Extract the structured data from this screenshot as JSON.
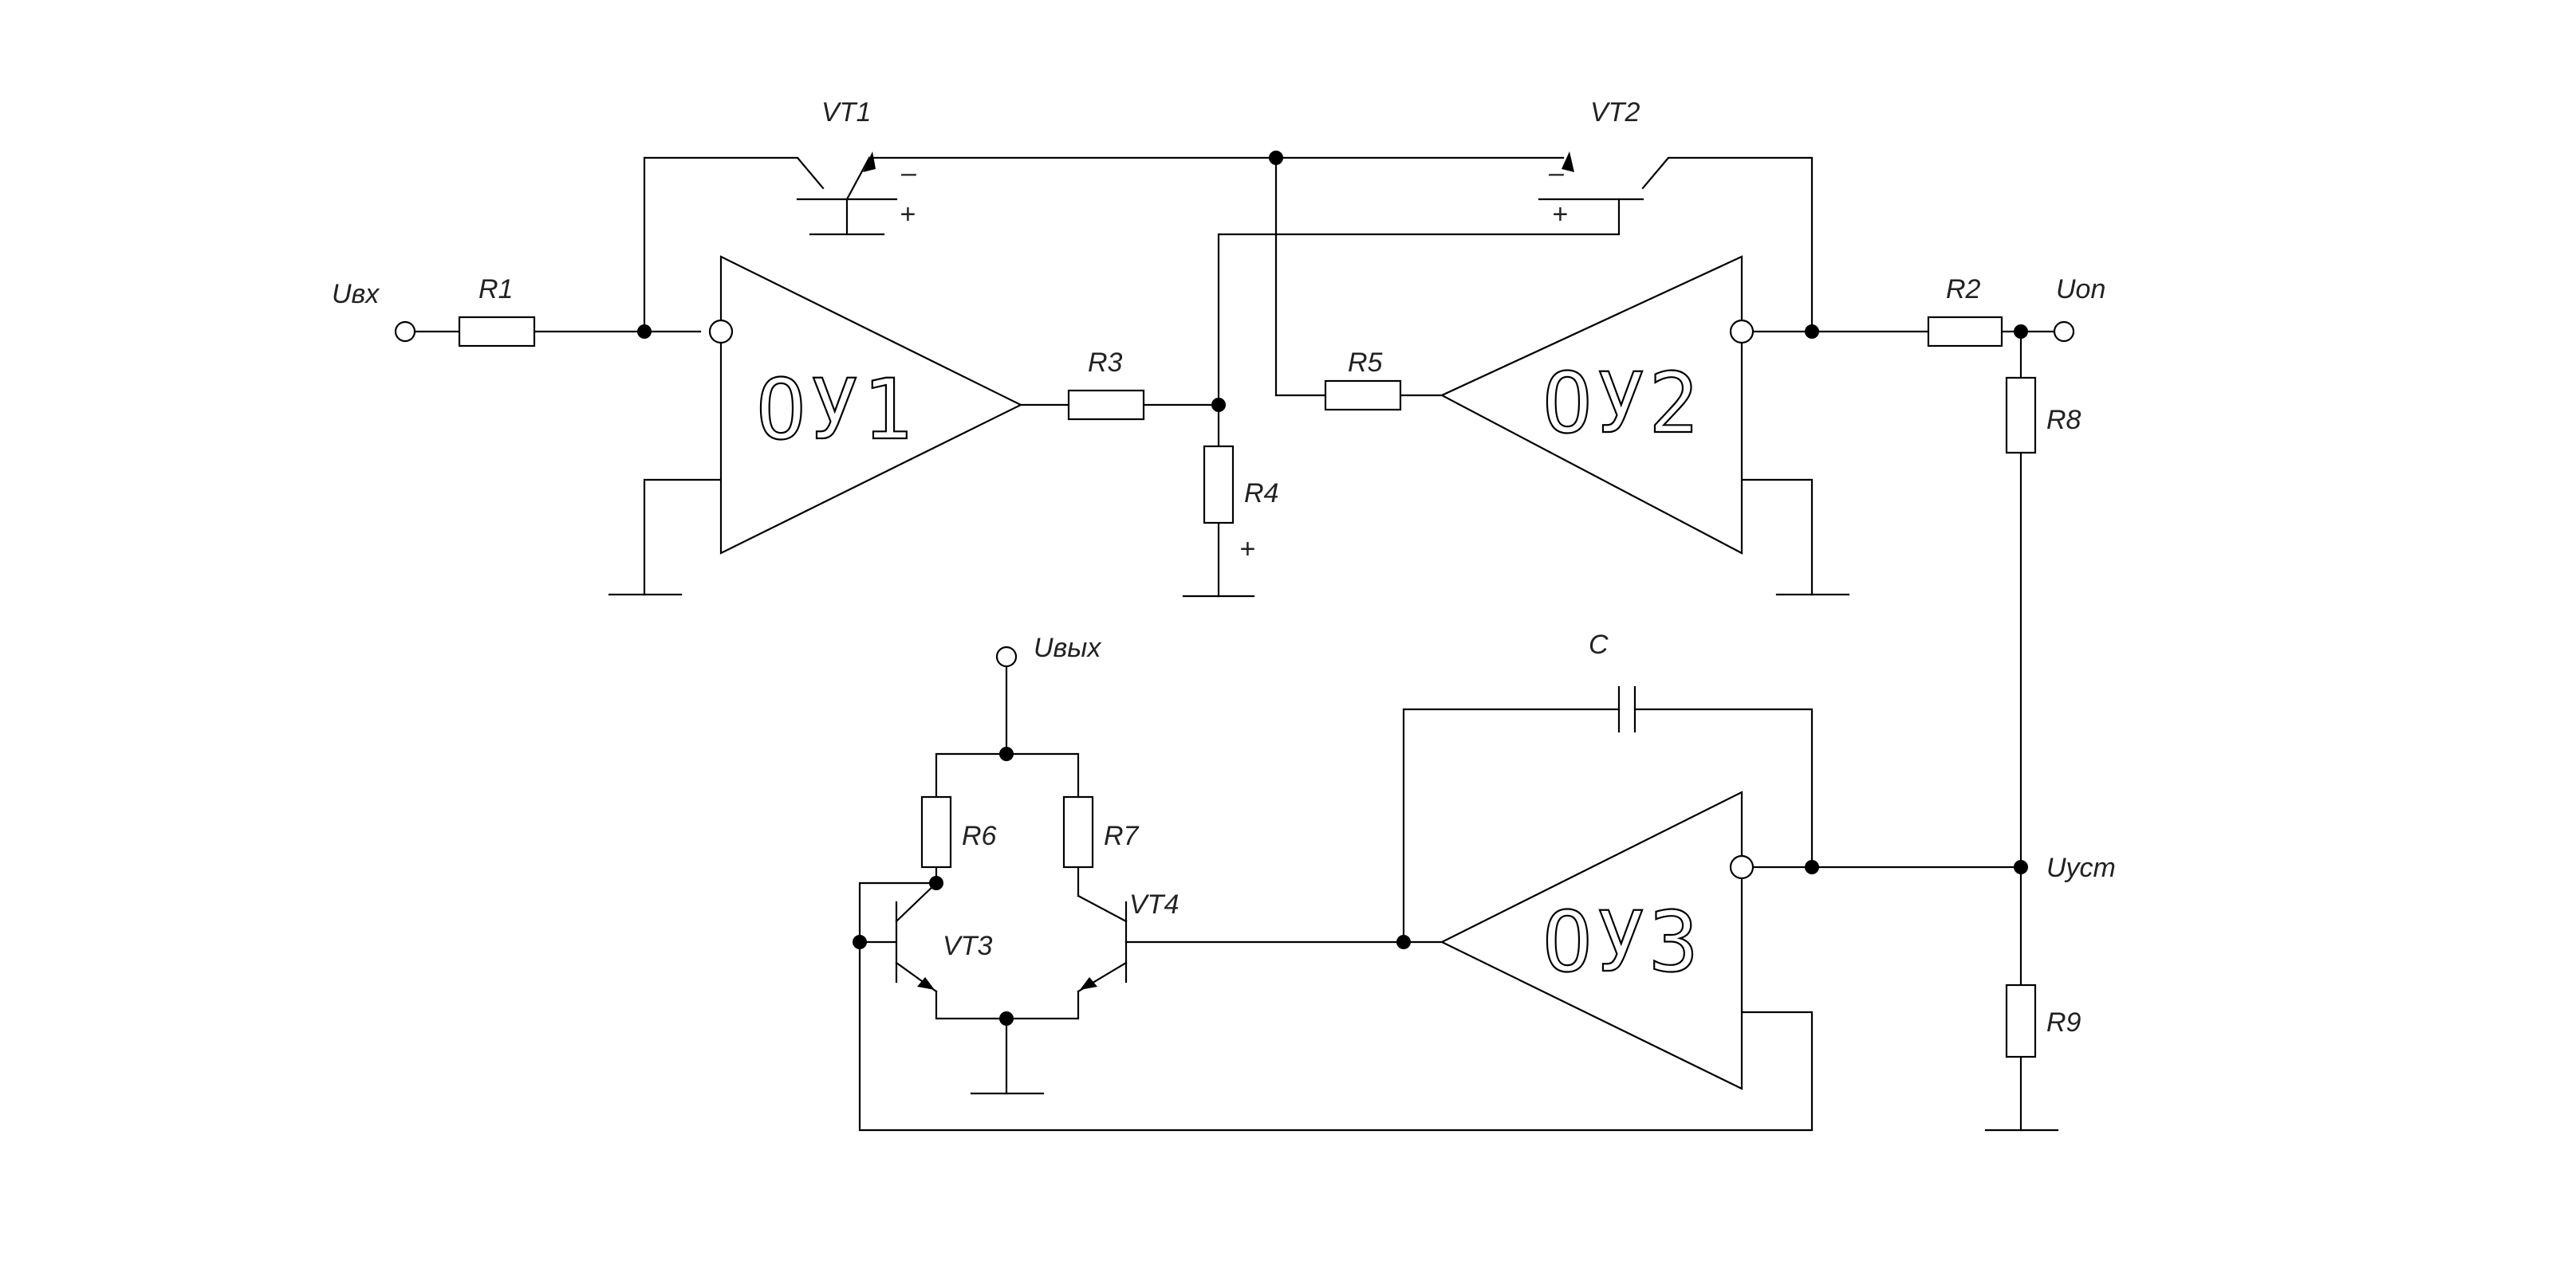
{
  "labels": {
    "u_in": "Uвх",
    "u_ref": "Uon",
    "u_out": "Uвых",
    "u_set": "Uуст",
    "r1": "R1",
    "r2": "R2",
    "r3": "R3",
    "r4": "R4",
    "r5": "R5",
    "r6": "R6",
    "r7": "R7",
    "r8": "R8",
    "r9": "R9",
    "c": "C",
    "vt1": "VT1",
    "vt2": "VT2",
    "vt3": "VT3",
    "vt4": "VT4",
    "oa1": "ОУ1",
    "oa2": "ОУ2",
    "oa3": "ОУ3"
  },
  "polarity": {
    "vt1_minus": "–",
    "vt1_plus": "+",
    "vt2_minus": "–",
    "vt2_plus": "+",
    "r4_plus": "+"
  }
}
